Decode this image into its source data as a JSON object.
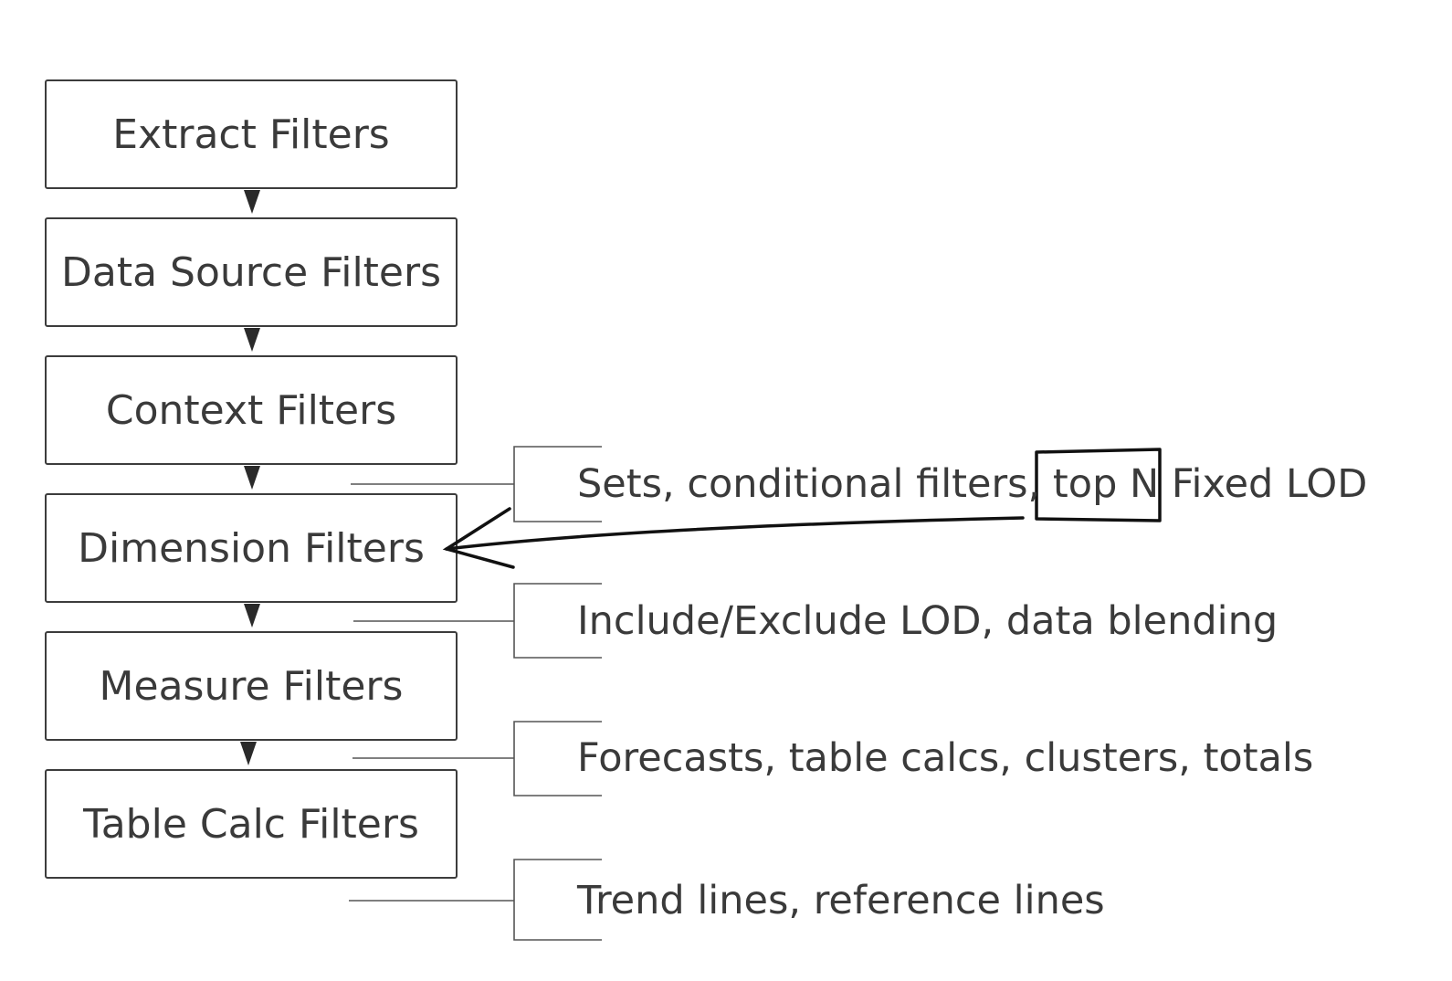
{
  "flow": {
    "steps": [
      {
        "label": "Extract Filters"
      },
      {
        "label": "Data Source Filters"
      },
      {
        "label": "Context Filters"
      },
      {
        "label": "Dimension Filters"
      },
      {
        "label": "Measure Filters"
      },
      {
        "label": "Table Calc Filters"
      }
    ]
  },
  "notes": {
    "sets": {
      "before": "Sets, conditional filters,",
      "highlight": "top N",
      "after": " Fixed LOD"
    },
    "include_exclude": "Include/Exclude LOD, data blending",
    "forecasts": "Forecasts, table calcs, clusters, totals",
    "trend": "Trend lines, reference lines"
  },
  "colors": {
    "box_border": "#3c3c3c",
    "text": "#3a3a3a",
    "annotation": "#111111",
    "bracket": "#555555"
  }
}
